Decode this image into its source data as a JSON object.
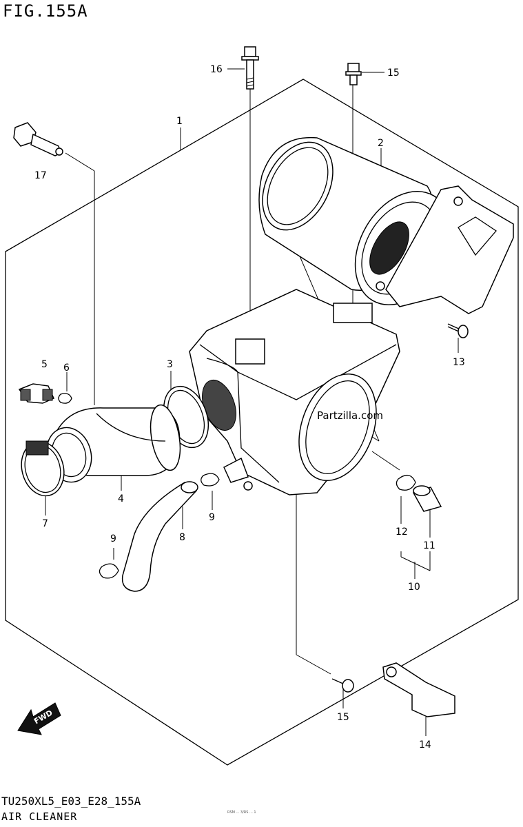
{
  "figure": {
    "title": "FIG.155A",
    "diagram_code": "TU250XL5_E03_E28_155A",
    "diagram_name": "AIR CLEANER",
    "watermark": "Partzilla.com",
    "direction_arrow": "FWD",
    "fine_print": "RSM ... 3/RS ... 1"
  },
  "callouts": [
    {
      "id": "1",
      "label": "1"
    },
    {
      "id": "2",
      "label": "2"
    },
    {
      "id": "3",
      "label": "3"
    },
    {
      "id": "4",
      "label": "4"
    },
    {
      "id": "5",
      "label": "5"
    },
    {
      "id": "6",
      "label": "6"
    },
    {
      "id": "7",
      "label": "7"
    },
    {
      "id": "8",
      "label": "8"
    },
    {
      "id": "9a",
      "label": "9"
    },
    {
      "id": "9b",
      "label": "9"
    },
    {
      "id": "10",
      "label": "10"
    },
    {
      "id": "11",
      "label": "11"
    },
    {
      "id": "12",
      "label": "12"
    },
    {
      "id": "13",
      "label": "13"
    },
    {
      "id": "14",
      "label": "14"
    },
    {
      "id": "15a",
      "label": "15"
    },
    {
      "id": "15b",
      "label": "15"
    },
    {
      "id": "16",
      "label": "16"
    },
    {
      "id": "17",
      "label": "17"
    }
  ]
}
